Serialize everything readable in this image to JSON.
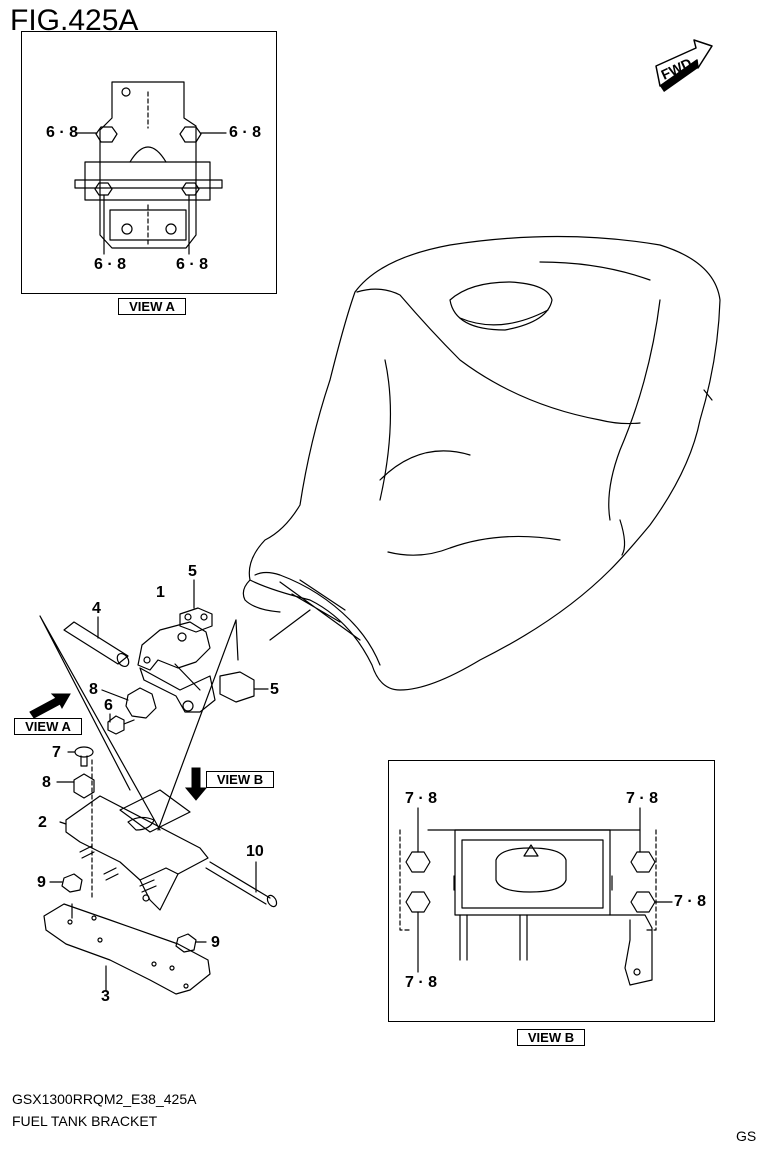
{
  "figure": {
    "title": "FIG.425A",
    "code": "GSX1300RRQM2_E38_425A",
    "name": "FUEL TANK BRACKET",
    "region": "GS"
  },
  "views": {
    "view_a_label": "VIEW A",
    "view_b_label": "VIEW B",
    "view_a_arrow_label": "VIEW A",
    "view_b_arrow_label": "VIEW B"
  },
  "fwd": {
    "label": "FWD"
  },
  "view_a_callouts": [
    "6 · 8",
    "6 · 8",
    "6 · 8",
    "6 · 8"
  ],
  "view_b_callouts": [
    "7 · 8",
    "7 · 8",
    "7 · 8",
    "7 · 8"
  ],
  "parts": {
    "p1": "1",
    "p2": "2",
    "p3": "3",
    "p4": "4",
    "p5a": "5",
    "p5b": "5",
    "p6": "6",
    "p7": "7",
    "p8a": "8",
    "p8b": "8",
    "p9a": "9",
    "p9b": "9",
    "p10": "10"
  }
}
